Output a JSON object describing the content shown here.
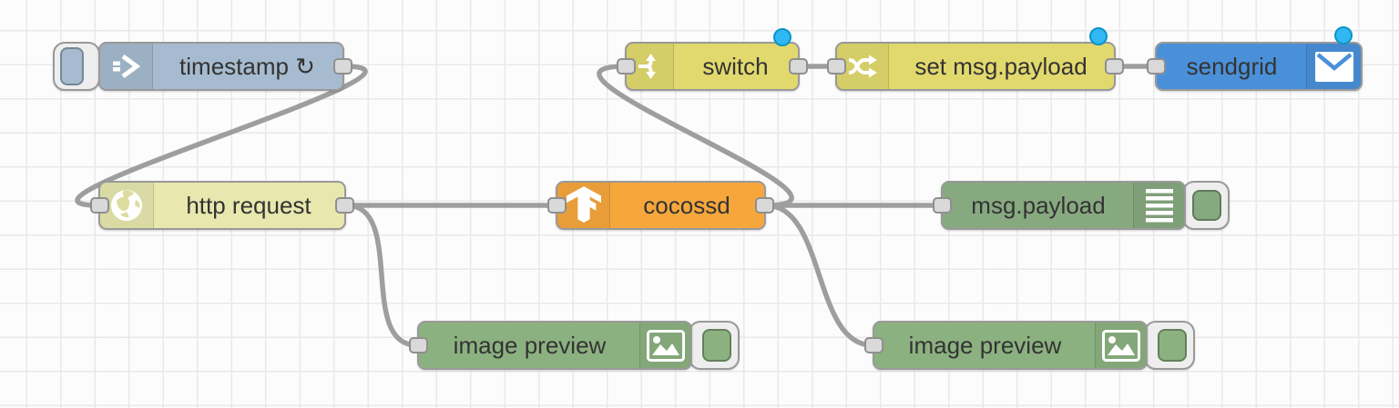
{
  "app": {
    "name": "Node-RED flow canvas"
  },
  "palette": {
    "canvas_background": "#fcfcfc",
    "grid_line": "#e9e9e9",
    "wire": "#9e9e9e",
    "port_fill": "#d9d9d9",
    "port_border": "#8f8f8f",
    "node_border": "#999999",
    "label_text": "#333333",
    "changed_dot": "#2fb8f2",
    "inject_blue": "#a6bbcf",
    "function_yellow": "#e2d96e",
    "http_pale_yellow": "#e7e7ae",
    "tensorflow_orange": "#f6a73c",
    "debug_green": "#87a980",
    "image_green": "#8cb180",
    "sendgrid_blue": "#4a90d9"
  },
  "nodes": [
    {
      "label": "timestamp ↻",
      "type": "inject",
      "color": "#a6bbcf",
      "icon": "inject-arrow-icon",
      "changed": false,
      "has_button": true
    },
    {
      "label": "switch",
      "type": "switch",
      "color": "#e2d96e",
      "icon": "fork-icon",
      "changed": true,
      "has_button": false
    },
    {
      "label": "set msg.payload",
      "type": "change",
      "color": "#e2d96e",
      "icon": "shuffle-icon",
      "changed": true,
      "has_button": false
    },
    {
      "label": "sendgrid",
      "type": "sendgrid",
      "color": "#4a90d9",
      "icon": "envelope-icon",
      "changed": true,
      "has_button": false
    },
    {
      "label": "http request",
      "type": "http request",
      "color": "#e7e7ae",
      "icon": "globe-icon",
      "changed": false,
      "has_button": false
    },
    {
      "label": "cocossd",
      "type": "tensorflow coco-ssd",
      "color": "#f6a73c",
      "icon": "tensorflow-icon",
      "changed": false,
      "has_button": false
    },
    {
      "label": "msg.payload",
      "type": "debug",
      "color": "#87a980",
      "icon": "list-lines-icon",
      "changed": false,
      "has_button": true
    },
    {
      "label": "image preview",
      "type": "image preview",
      "color": "#8cb180",
      "icon": "image-icon",
      "changed": false,
      "has_button": true
    },
    {
      "label": "image preview",
      "type": "image preview",
      "color": "#8cb180",
      "icon": "image-icon",
      "changed": false,
      "has_button": true
    }
  ],
  "connections": [
    {
      "from": "timestamp ↻",
      "to": "http request"
    },
    {
      "from": "http request",
      "to": "cocossd"
    },
    {
      "from": "http request",
      "to": "image preview (left)"
    },
    {
      "from": "cocossd",
      "to": "switch"
    },
    {
      "from": "cocossd",
      "to": "msg.payload"
    },
    {
      "from": "cocossd",
      "to": "image preview (right)"
    },
    {
      "from": "switch",
      "to": "set msg.payload"
    },
    {
      "from": "set msg.payload",
      "to": "sendgrid"
    }
  ]
}
